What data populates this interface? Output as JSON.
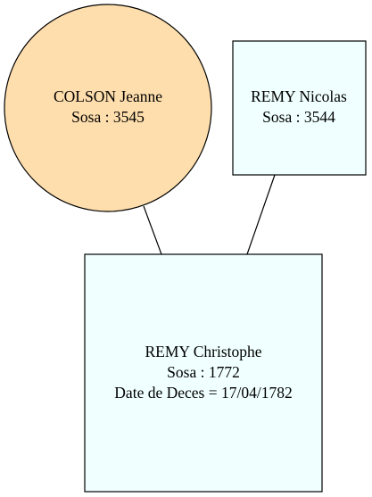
{
  "colors": {
    "female_fill": "#ffdead",
    "male_fill": "#f0ffff",
    "stroke": "#000000",
    "background": "#ffffff"
  },
  "nodes": {
    "mother": {
      "line1": "COLSON Jeanne",
      "line2": "Sosa : 3545",
      "shape": "circle"
    },
    "father": {
      "line1": "REMY Nicolas",
      "line2": "Sosa : 3544",
      "shape": "box"
    },
    "child": {
      "line1": "REMY Christophe",
      "line2": "Sosa : 1772",
      "line3": "Date de Deces = 17/04/1782",
      "shape": "box"
    }
  },
  "edges": [
    {
      "from": "mother",
      "to": "child"
    },
    {
      "from": "father",
      "to": "child"
    }
  ]
}
